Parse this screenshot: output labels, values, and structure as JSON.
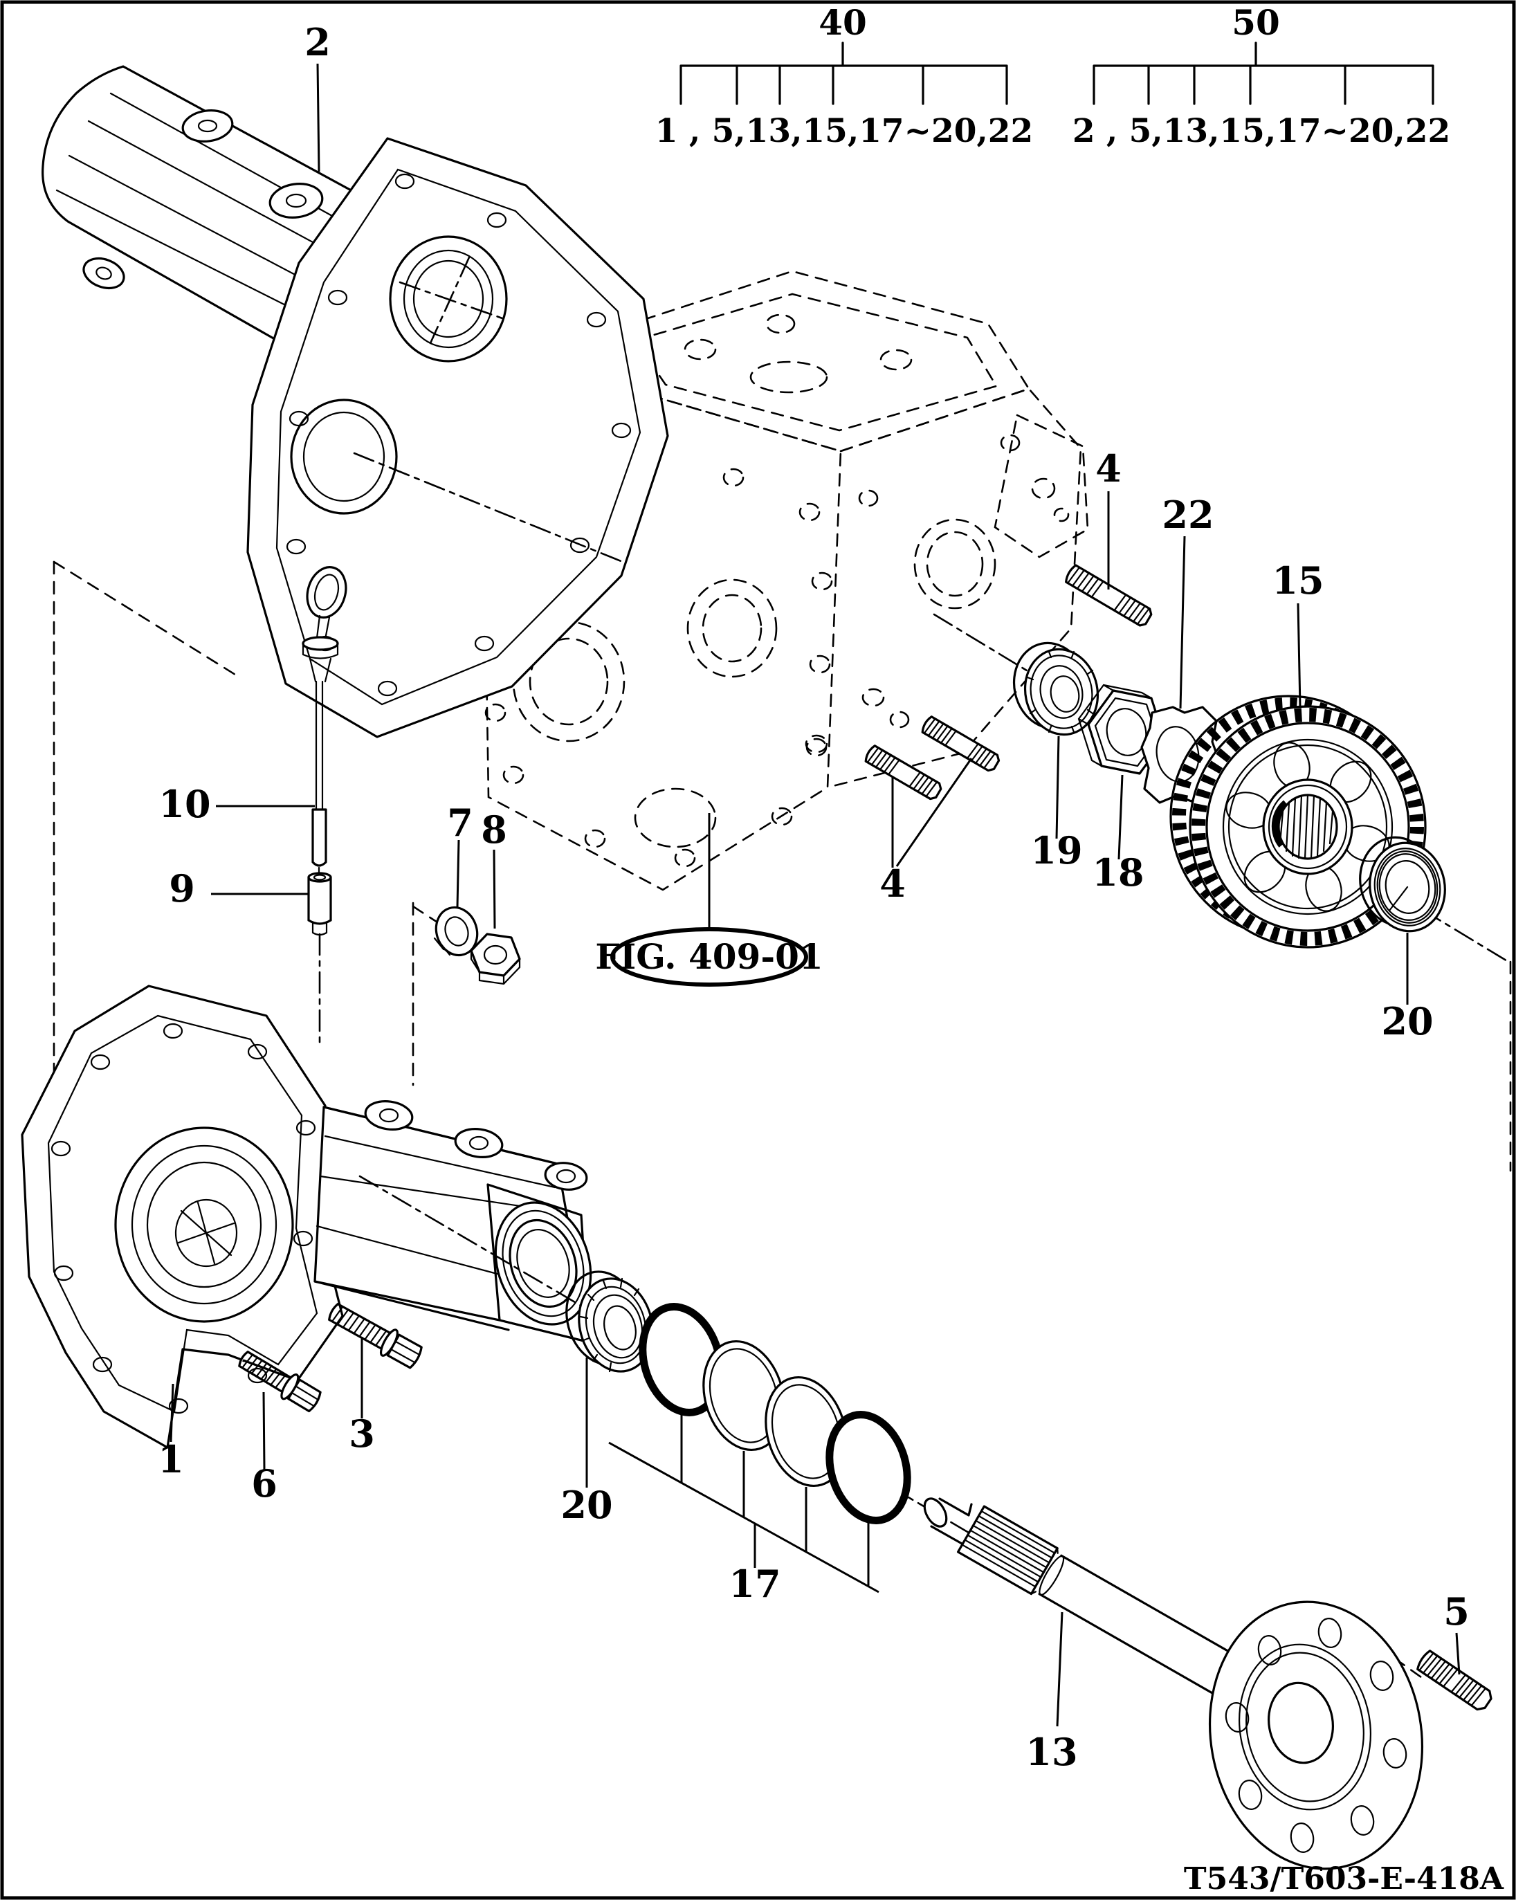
{
  "figure": {
    "fig_label": "FIG. 409-01",
    "drawing_code": "T543/T603-E-418A",
    "assembly_groups": [
      {
        "group_no": "40",
        "includes": "1 , 5,13,15,17~20,22"
      },
      {
        "group_no": "50",
        "includes": "2 , 5,13,15,17~20,22"
      }
    ],
    "callouts": {
      "c2": "2",
      "c10": "10",
      "c9": "9",
      "c7": "7",
      "c8": "8",
      "c4a": "4",
      "c4b": "4",
      "c22": "22",
      "c15": "15",
      "c19": "19",
      "c18": "18",
      "c20_right": "20",
      "c1": "1",
      "c6": "6",
      "c3": "3",
      "c20_bottom": "20",
      "c17": "17",
      "c13": "13",
      "c5": "5"
    }
  }
}
